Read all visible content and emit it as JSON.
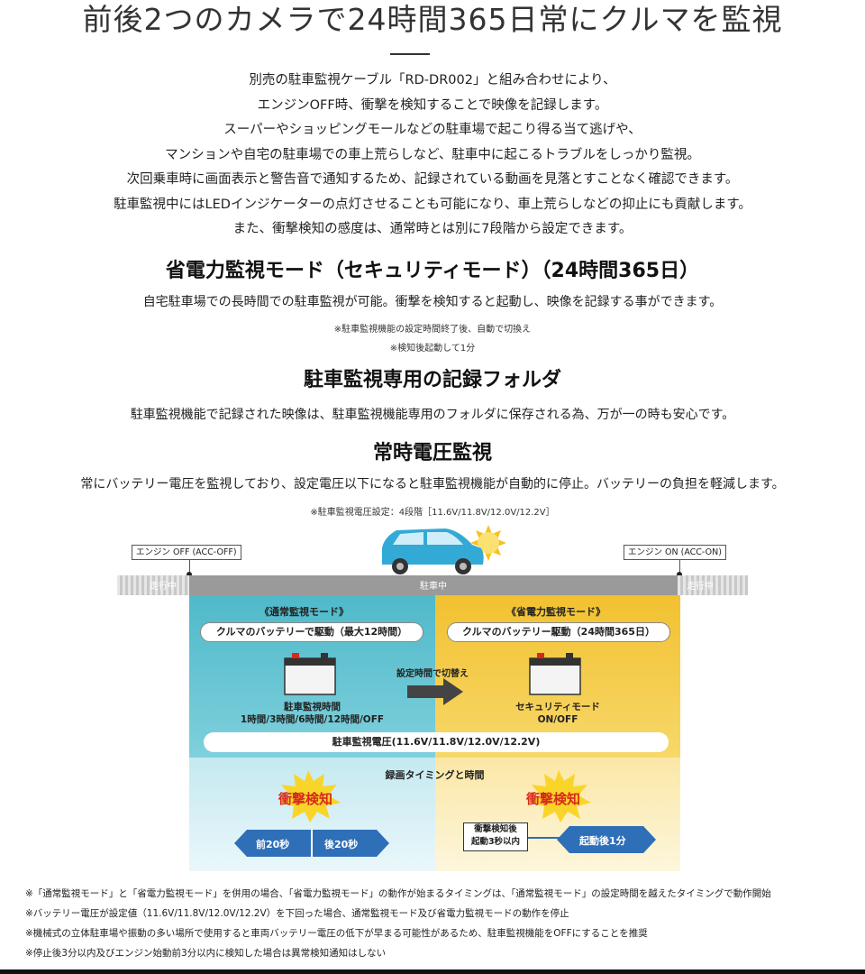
{
  "header": {
    "title": "前後2つのカメラで24時間365日常にクルマを監視"
  },
  "intro": {
    "lines": [
      "別売の駐車監視ケーブル「RD-DR002」と組み合わせにより、",
      "エンジンOFF時、衝撃を検知することで映像を記録します。",
      "スーパーやショッピングモールなどの駐車場で起こり得る当て逃げや、",
      "マンションや自宅の駐車場での車上荒らしなど、駐車中に起こるトラブルをしっかり監視。",
      "次回乗車時に画面表示と警告音で通知するため、記録されている動画を見落とすことなく確認できます。",
      "駐車監視中にはLEDインジケーターの点灯させることも可能になり、車上荒らしなどの抑止にも貢献します。",
      "また、衝撃検知の感度は、通常時とは別に7段階から設定できます。"
    ]
  },
  "section_power": {
    "heading": "省電力監視モード（セキュリティモード）（24時間365日）",
    "body": "自宅駐車場での長時間での駐車監視が可能。衝撃を検知すると起動し、映像を記録する事ができます。",
    "note1": "※駐車監視機能の設定時間終了後、自動で切換え",
    "note2": "※検知後起動して1分"
  },
  "section_folder": {
    "heading": "駐車監視専用の記録フォルダ",
    "body": "駐車監視機能で記録された映像は、駐車監視機能専用のフォルダに保存される為、万が一の時も安心です。"
  },
  "section_voltage": {
    "heading": "常時電圧監視",
    "body": "常にバッテリー電圧を監視しており、設定電圧以下になると駐車監視機能が自動的に停止。バッテリーの負担を軽減します。",
    "note": "※駐車監視電圧設定：4段階［11.6V/11.8V/12.0V/12.2V］"
  },
  "diagram": {
    "engine_off": "エンジン OFF (ACC-OFF)",
    "engine_on": "エンジン ON (ACC-ON)",
    "timeline_left": "走行中",
    "timeline_center": "駐車中",
    "timeline_right": "走行中",
    "normal_mode_title": "《通常監視モード》",
    "normal_mode_pill": "クルマのバッテリーで駆動（最大12時間）",
    "normal_mode_label1": "駐車監視時間",
    "normal_mode_label2": "1時間/3時間/6時間/12時間/OFF",
    "power_mode_title": "《省電力監視モード》",
    "power_mode_pill": "クルマのバッテリー駆動（24時間365日）",
    "power_mode_label1": "セキュリティモード",
    "power_mode_label2": "ON/OFF",
    "switch_label": "設定時間で切替え",
    "voltage_pill": "駐車監視電圧(11.6V/11.8V/12.0V/12.2V)",
    "timing_title": "録画タイミングと時間",
    "impact_left": "衝撃検知",
    "impact_right": "衝撃検知",
    "before_20": "前20秒",
    "after_20": "後20秒",
    "box_line1": "衝撃検知後",
    "box_line2": "起動3秒以内",
    "after_1min": "起動後1分",
    "colors": {
      "normal_mode": "#4fb9c9",
      "power_mode": "#f2c130",
      "impact_text": "#d6291b",
      "arrow_blue": "#2f6fb8",
      "car_body": "#33a9d6"
    }
  },
  "footnotes": [
    "※「通常監視モード」と「省電力監視モード」を併用の場合、「省電力監視モード」の動作が始まるタイミングは、「通常監視モード」の設定時間を越えたタイミングで動作開始",
    "※バッテリー電圧が設定値（11.6V/11.8V/12.0V/12.2V）を下回った場合、通常監視モード及び省電力監視モードの動作を停止",
    "※機械式の立体駐車場や振動の多い場所で使用すると車両バッテリー電圧の低下が早まる可能性があるため、駐車監視機能をOFFにすることを推奨",
    "※停止後3分以内及びエンジン始動前3分以内に検知した場合は異常検知通知はしない"
  ]
}
